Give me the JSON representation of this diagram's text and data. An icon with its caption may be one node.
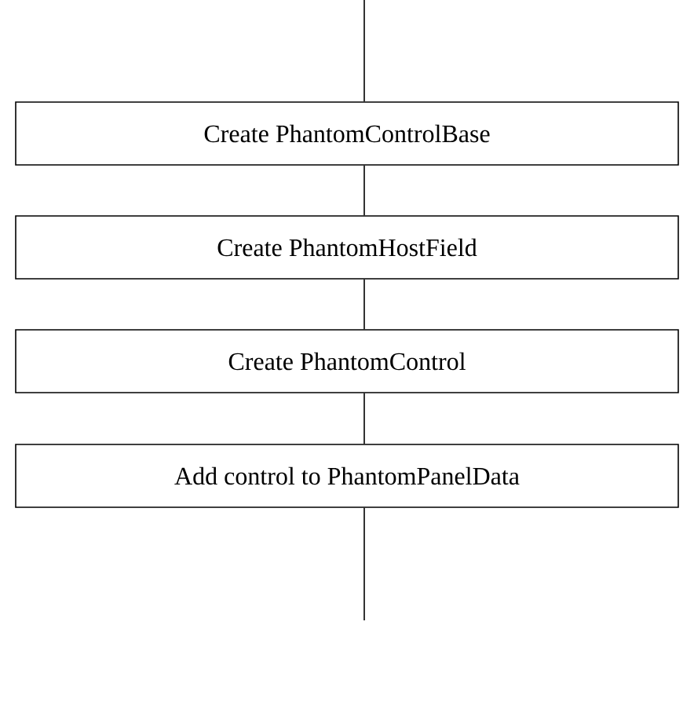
{
  "diagram": {
    "nodes": [
      {
        "text": [
          "Create PhantomControlBase"
        ]
      },
      {
        "text": [
          "Create PhantomHostField"
        ]
      },
      {
        "text": [
          "Create PhantomControl"
        ]
      },
      {
        "text": [
          "Add control to PhantomPanelData"
        ]
      }
    ],
    "edges": [
      {
        "from": null,
        "to": 0,
        "arrow": "none"
      },
      {
        "from": 0,
        "to": 1,
        "arrow": "none"
      },
      {
        "from": 1,
        "to": 2,
        "arrow": "none"
      },
      {
        "from": 2,
        "to": 3,
        "arrow": "none"
      },
      {
        "from": 3,
        "to": null,
        "arrow": "none"
      }
    ]
  }
}
